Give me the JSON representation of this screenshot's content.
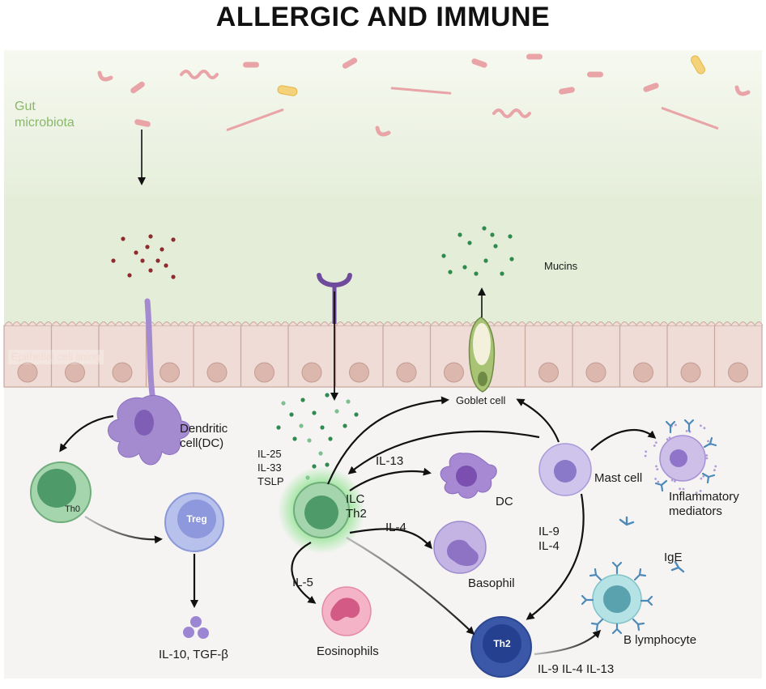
{
  "title": "ALLERGIC AND IMMUNE",
  "regions": {
    "gut_microbiota": "Gut\nmicrobiota",
    "epithelial_lining": "Epithelial cell lining"
  },
  "labels": {
    "mucins": "Mucins",
    "goblet_cell": "Goblet cell",
    "dendritic_cell": "Dendritic\ncell(DC)",
    "cytokines_epithelial": "IL-25\nIL-33\nTSLP",
    "ilc_th2": "ILC\nTh2",
    "il13": "IL-13",
    "dc": "DC",
    "il4": "IL-4",
    "basophil": "Basophil",
    "il5": "IL-5",
    "eosinophils": "Eosinophils",
    "mast_cell": "Mast cell",
    "inflammatory_mediators": "Inflammatory\nmediators",
    "il9_il4": "IL-9\nIL-4",
    "ige": "IgE",
    "b_lymphocyte": "B lymphocyte",
    "th2_output": "IL-9 IL-4 IL-13",
    "th0": "Th0",
    "treg": "Treg",
    "th2": "Th2",
    "treg_output": "IL-10, TGF-β"
  },
  "colors": {
    "gut_bg": "#eef4e6",
    "epithelium": "#eedad4",
    "nucleus": "#dcb7ae",
    "dc": "#a48bd0",
    "th0": "#8fc69a",
    "treg": "#a8b4e6",
    "ilc": "#8fc69a",
    "th2": "#3f5fb0",
    "eosinophil": "#f2a7c0",
    "basophil": "#b9a6dd",
    "mast": "#c5b9e8",
    "b_cell": "#a7dcdf",
    "ige": "#4d8ab8"
  }
}
